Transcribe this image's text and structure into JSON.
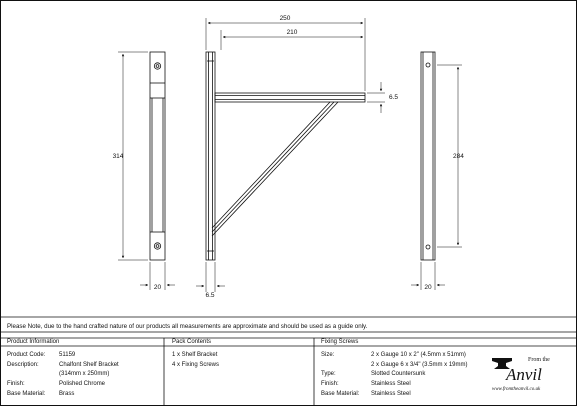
{
  "dimensions": {
    "overall_width": "250",
    "arm_length": "210",
    "height": "314",
    "front_width": "20",
    "thickness_bottom": "6.5",
    "arm_thickness": "6.5",
    "back_height": "284",
    "back_width": "20"
  },
  "note": "Please Note, due to the hand crafted nature of our products all measurements are approximate and should be used as a guide only.",
  "product_info": {
    "heading": "Product Information",
    "rows": [
      {
        "label": "Product Code:",
        "value": "51159"
      },
      {
        "label": "Description:",
        "value": "Chalfont Shelf Bracket"
      },
      {
        "label": "",
        "value": "(314mm x 250mm)"
      },
      {
        "label": "Finish:",
        "value": "Polished Chrome"
      },
      {
        "label": "Base Material:",
        "value": "Brass"
      }
    ]
  },
  "pack_contents": {
    "heading": "Pack Contents",
    "items": [
      "1 x Shelf Bracket",
      "4 x Fixing Screws"
    ]
  },
  "fixing_screws": {
    "heading": "Fixing Screws",
    "rows": [
      {
        "label": "Size:",
        "value": "2 x Gauge 10 x 2\" (4.5mm x 51mm)"
      },
      {
        "label": "",
        "value": "2 x Gauge 6 x 3/4\" (3.5mm x 19mm)"
      },
      {
        "label": "Type:",
        "value": "Slotted Countersunk"
      },
      {
        "label": "Finish:",
        "value": "Stainless Steel"
      },
      {
        "label": "Base Material:",
        "value": "Stainless Steel"
      }
    ]
  },
  "logo": {
    "from_the": "From the",
    "brand": "Anvil",
    "url": "www.fromtheanvil.co.uk"
  }
}
